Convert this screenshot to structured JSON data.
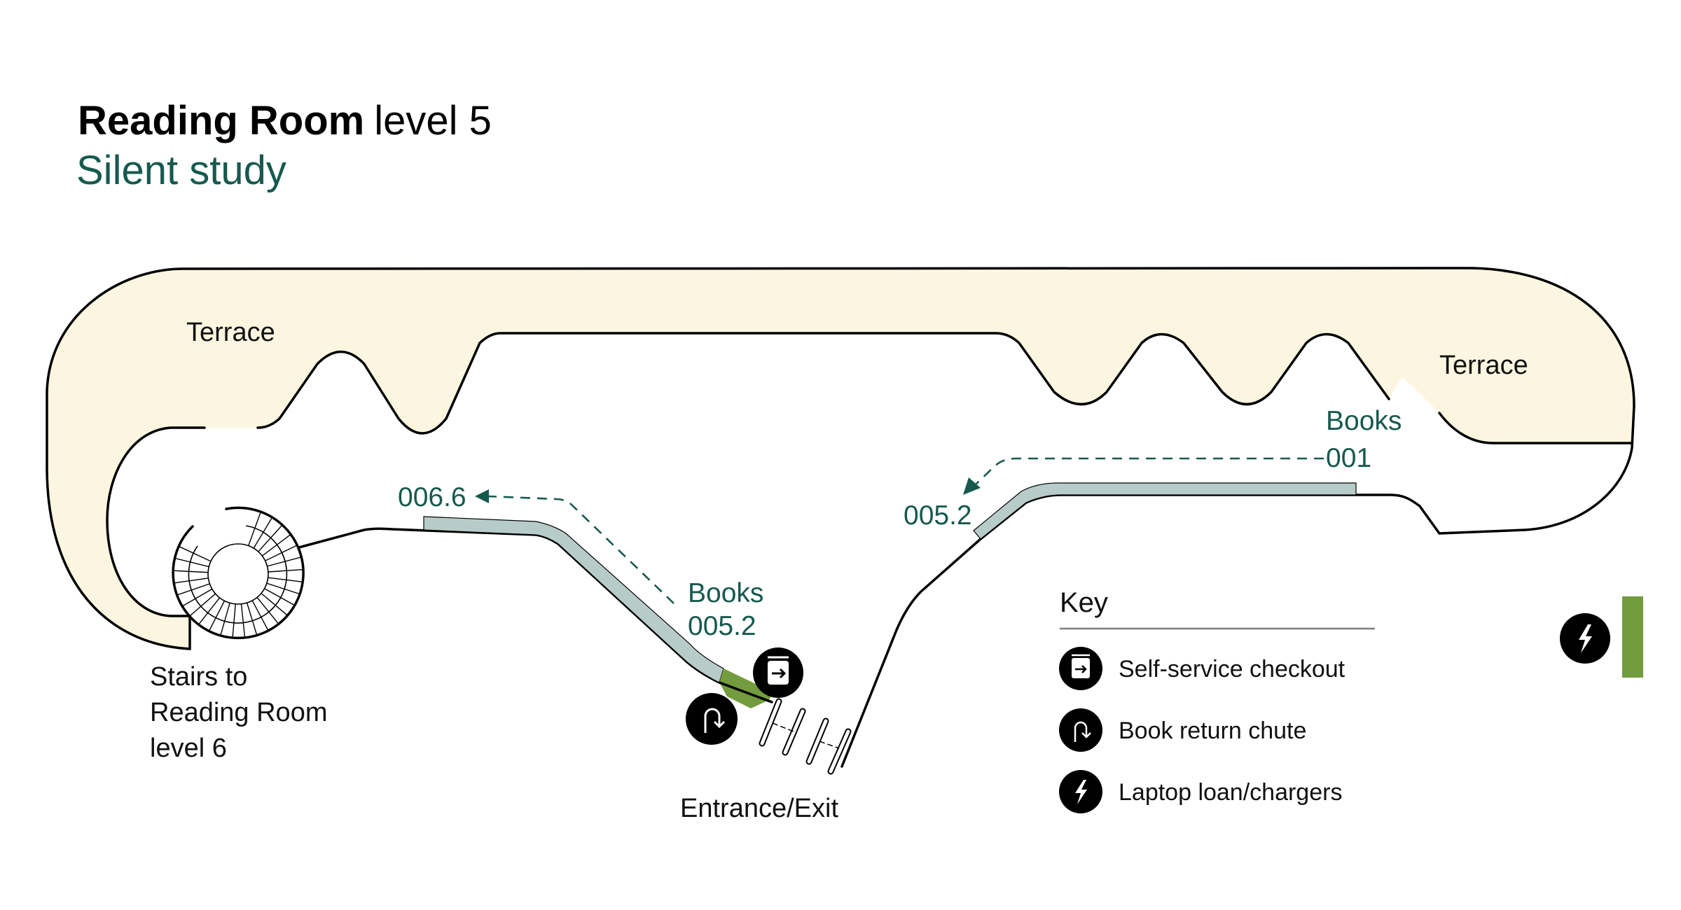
{
  "header": {
    "title_bold": "Reading Room",
    "title_regular": "level 5",
    "subtitle": "Silent study"
  },
  "colors": {
    "terrace_fill": "#fcf6e0",
    "shelf_fill": "#b7ccc8",
    "accent_green": "#739c3e",
    "label_teal": "#17594f",
    "icon_black": "#000000"
  },
  "areas": {
    "terrace_left": "Terrace",
    "terrace_right": "Terrace",
    "stairs_label": [
      "Stairs to",
      "Reading Room",
      "level 6"
    ],
    "entrance_label": "Entrance/Exit"
  },
  "shelves": {
    "left": {
      "heading": "Books",
      "from": "005.2",
      "to": "006.6"
    },
    "right": {
      "heading": "Books",
      "from": "001",
      "to": "005.2"
    }
  },
  "map_icons": [
    {
      "icon": "self-service-checkout-icon",
      "label": "Self-service checkout"
    },
    {
      "icon": "book-return-chute-icon",
      "label": "Book return chute"
    },
    {
      "icon": "laptop-loan-chargers-icon",
      "label": "Laptop loan/chargers"
    }
  ],
  "key": {
    "heading": "Key",
    "items": [
      {
        "icon": "self-service-checkout-icon",
        "label": "Self-service checkout"
      },
      {
        "icon": "book-return-chute-icon",
        "label": "Book return chute"
      },
      {
        "icon": "lightning-bolt-icon",
        "label": "Laptop loan/chargers"
      }
    ]
  }
}
